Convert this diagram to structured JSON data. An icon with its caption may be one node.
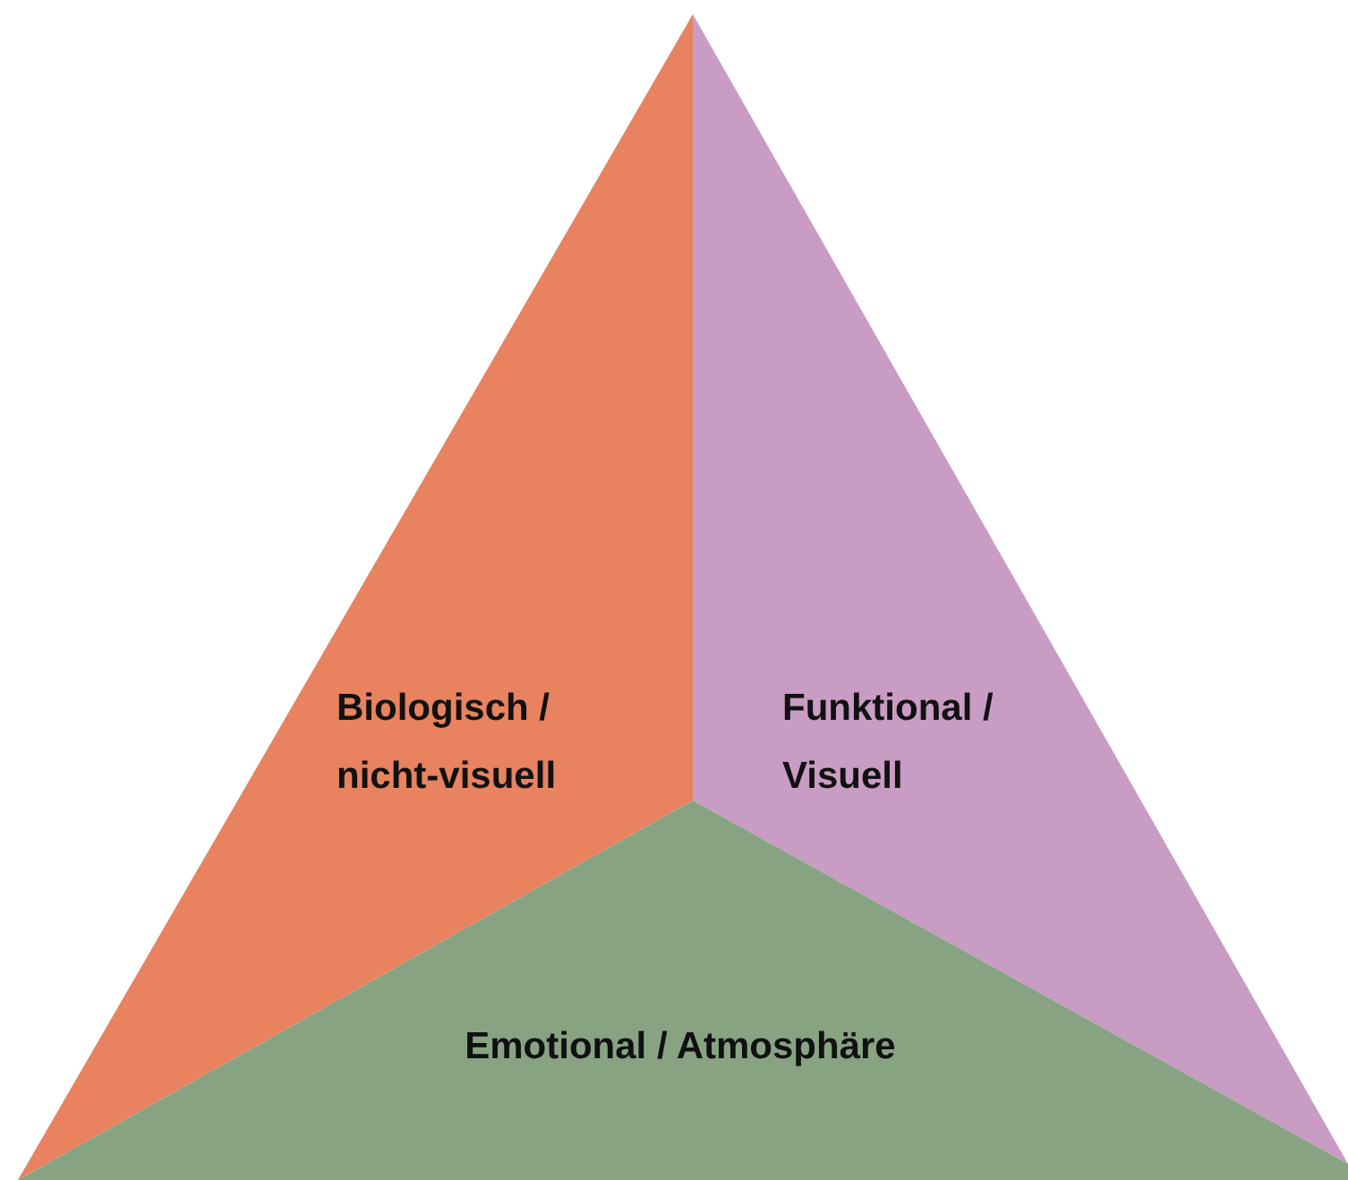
{
  "diagram": {
    "nodes": [
      {
        "text": [
          "Biologisch / nicht-visuell"
        ]
      },
      {
        "text": [
          "Funktional / Visuell"
        ]
      },
      {
        "text": [
          "Emotional / Atmosphäre"
        ]
      }
    ]
  }
}
